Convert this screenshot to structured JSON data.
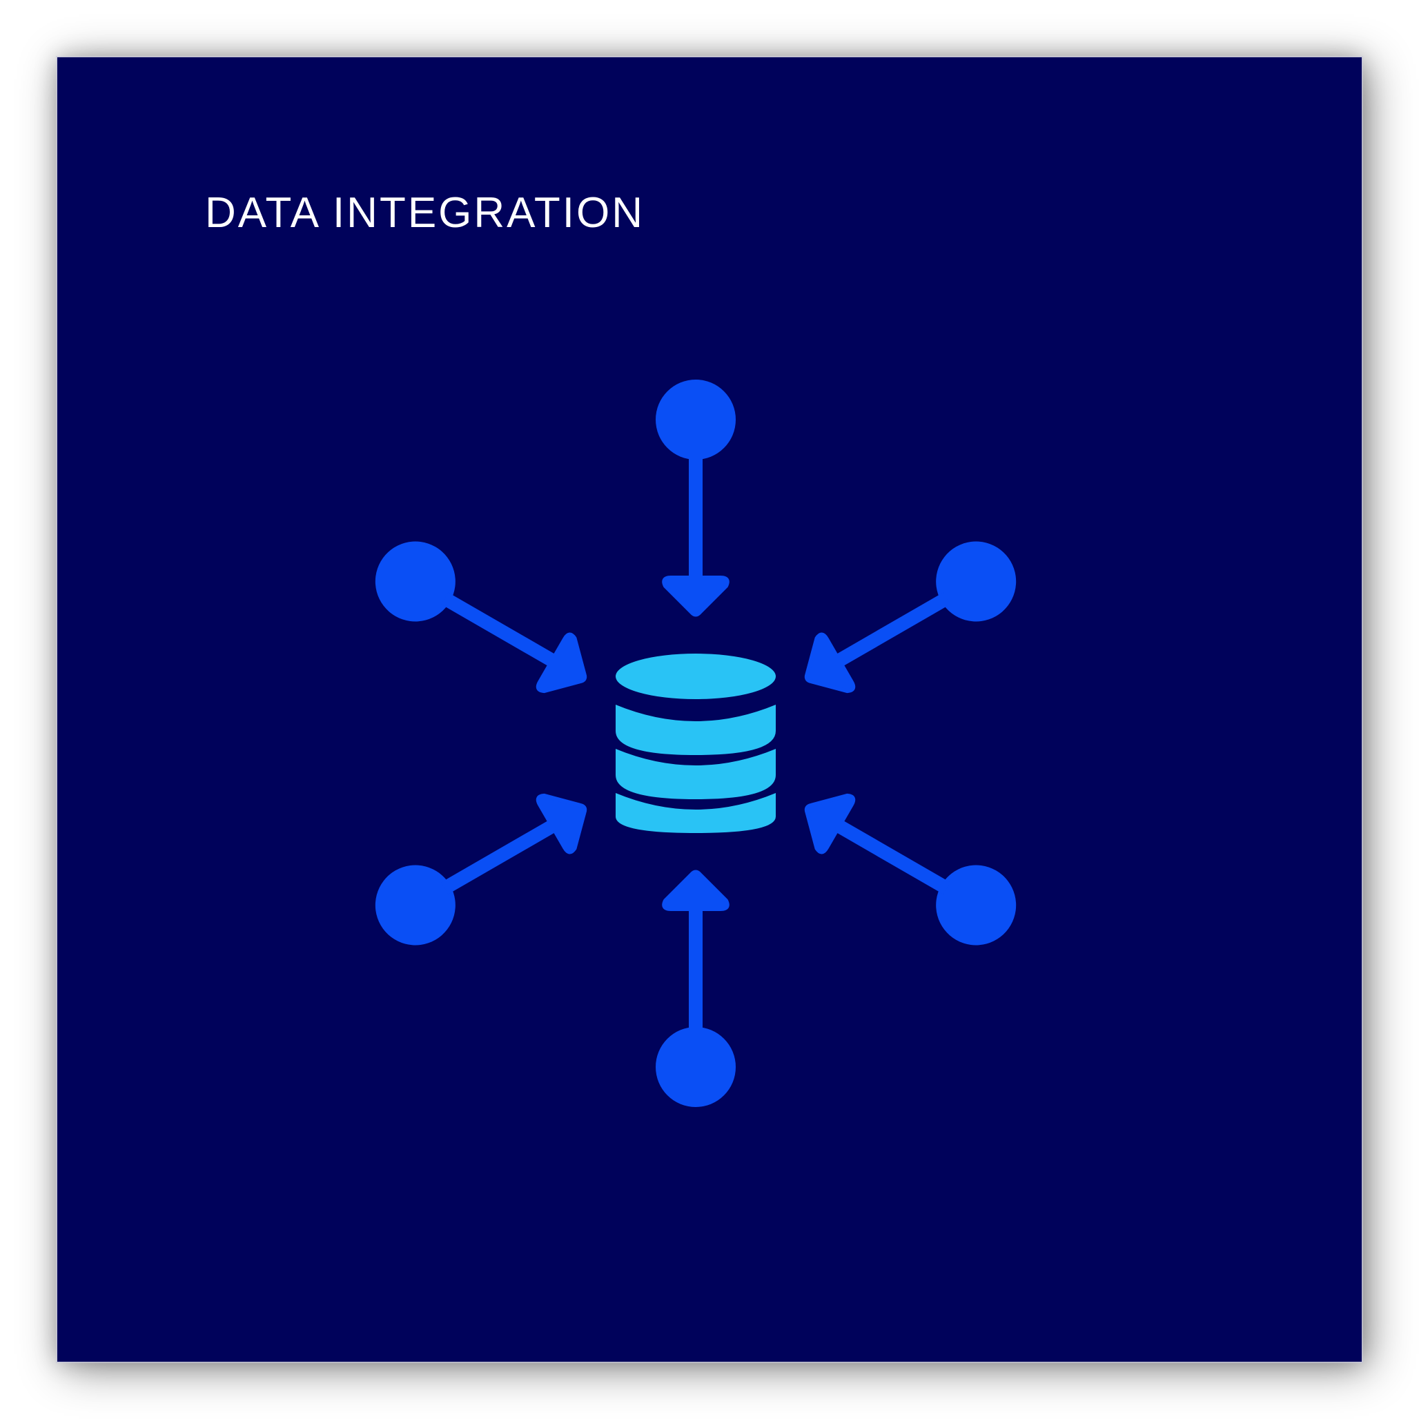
{
  "title": "DATA INTEGRATION",
  "colors": {
    "background": "#00025b",
    "page": "#ffffff",
    "title": "#ffffff",
    "node": "#0a4ff5",
    "database": "#29c3f5"
  },
  "diagram": {
    "center_icon": "database-icon",
    "nodes": [
      {
        "name": "source-node-top",
        "direction": "inbound"
      },
      {
        "name": "source-node-top-right",
        "direction": "inbound"
      },
      {
        "name": "source-node-bottom-right",
        "direction": "inbound"
      },
      {
        "name": "source-node-bottom",
        "direction": "inbound"
      },
      {
        "name": "source-node-bottom-left",
        "direction": "inbound"
      },
      {
        "name": "source-node-top-left",
        "direction": "inbound"
      }
    ]
  }
}
